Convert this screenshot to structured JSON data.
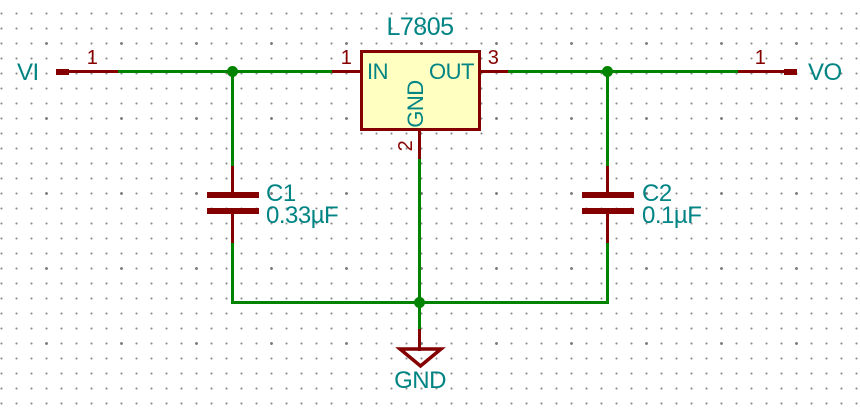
{
  "colors": {
    "wire_green": "#008400",
    "symbol_red": "#840000",
    "text_teal": "#008484",
    "symbol_fill": "#FFFFC2",
    "grid_dot": "#8A8A8A",
    "background": "#FFFFFF"
  },
  "regulator": {
    "reference": "L7805",
    "pins": {
      "in": {
        "name": "IN",
        "number": "1"
      },
      "out": {
        "name": "OUT",
        "number": "3"
      },
      "gnd": {
        "name": "GND",
        "number": "2"
      }
    }
  },
  "capacitors": [
    {
      "reference": "C1",
      "value": "0.33µF"
    },
    {
      "reference": "C2",
      "value": "0.1µF"
    }
  ],
  "ports": [
    {
      "label": "VI",
      "pin_number": "1"
    },
    {
      "label": "VO",
      "pin_number": "1"
    }
  ],
  "ground": {
    "label": "GND"
  }
}
